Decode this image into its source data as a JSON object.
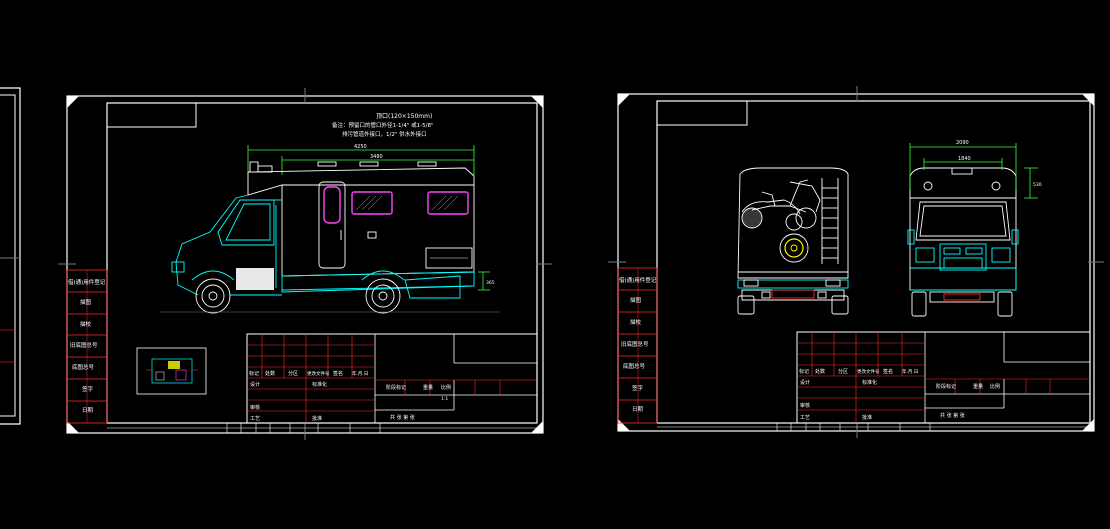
{
  "sheets": [
    {
      "id": "side-view",
      "notes": [
        "顶口(120×150mm)",
        "备注：预留口的管口外径1-1/4\" 或1-5/8\"",
        "排污管道外接口，1/2\" 供水外接口"
      ],
      "dimensions": {
        "overall_length": "4250",
        "body_length": "3480",
        "ground_clearance": "365"
      },
      "side_labels": [
        "借(通)用件登记",
        "旧底图总号",
        "底图总号",
        "签字",
        "日期",
        "描图",
        "描校"
      ],
      "title_block": {
        "header_cells": [
          "标记",
          "处数",
          "分区",
          "更改文件号",
          "签名",
          "年.月.日"
        ],
        "row_labels": [
          "设计",
          "审核",
          "工艺"
        ],
        "mid_labels": [
          "标准化",
          "批准"
        ],
        "stage_headers": [
          "阶段标记",
          "重量",
          "比例"
        ],
        "scale": "1:1",
        "sheet_count": "共  张  第  张"
      }
    },
    {
      "id": "end-views",
      "dimensions": {
        "overall_width": "2090",
        "inner_width": "1840",
        "top_height": "530"
      },
      "side_labels": [
        "借(通)用件登记",
        "旧底图总号",
        "底图总号",
        "签字",
        "日期",
        "描图",
        "描校"
      ],
      "title_block": {
        "header_cells": [
          "标记",
          "处数",
          "分区",
          "更改文件号",
          "签名",
          "年.月.日"
        ],
        "row_labels": [
          "设计",
          "审核",
          "工艺"
        ],
        "mid_labels": [
          "标准化",
          "批准"
        ],
        "stage_headers": [
          "阶段标记",
          "重量",
          "比例"
        ],
        "sheet_count": "共  张  第  张"
      }
    }
  ],
  "colors": {
    "background": "#000000",
    "frame": "#ffffff",
    "grid": "#ff2a2a",
    "vehicle": "#00ffff",
    "dimension": "#33ff33",
    "window": "#ff44ff",
    "accent": "#ffff00"
  }
}
